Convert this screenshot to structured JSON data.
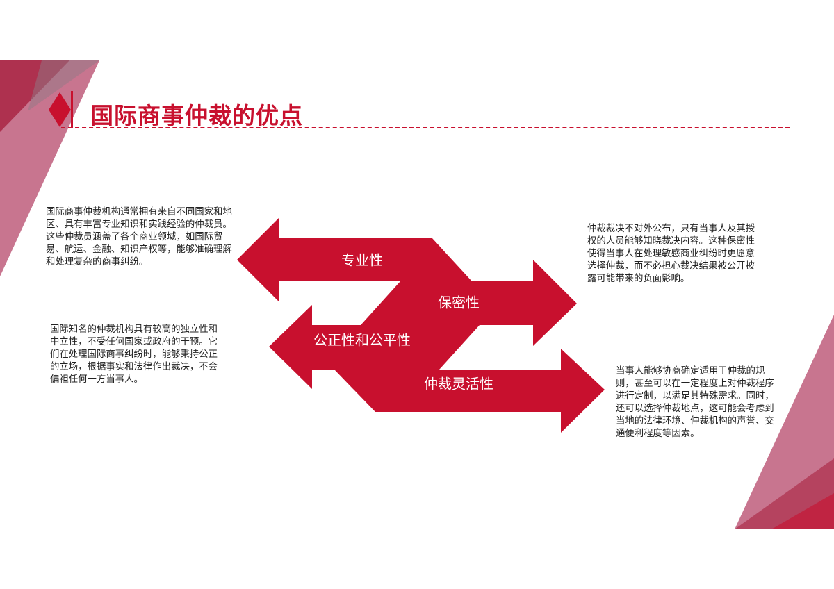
{
  "title": "国际商事仲裁的优点",
  "colors": {
    "accent": "#c8102e",
    "decoration": "#b5476a"
  },
  "arrows": [
    {
      "label": "专业性",
      "direction": "left"
    },
    {
      "label": "保密性",
      "direction": "right"
    },
    {
      "label": "公正性和公平性",
      "direction": "left"
    },
    {
      "label": "仲裁灵活性",
      "direction": "right"
    }
  ],
  "descriptions": {
    "professionalism": "国际商事仲裁机构通常拥有来自不同国家和地区、具有丰富专业知识和实践经验的仲裁员。这些仲裁员涵盖了各个商业领域，如国际贸易、航运、金融、知识产权等，能够准确理解和处理复杂的商事纠纷。",
    "confidentiality": "仲裁裁决不对外公布，只有当事人及其授权的人员能够知晓裁决内容。这种保密性使得当事人在处理敏感商业纠纷时更愿意选择仲裁，而不必担心裁决结果被公开披露可能带来的负面影响。",
    "fairness": "国际知名的仲裁机构具有较高的独立性和中立性，不受任何国家或政府的干预。它们在处理国际商事纠纷时，能够秉持公正的立场，根据事实和法律作出裁决，不会偏袒任何一方当事人。",
    "flexibility": "当事人能够协商确定适用于仲裁的规则，甚至可以在一定程度上对仲裁程序进行定制，以满足其特殊需求。同时，还可以选择仲裁地点，这可能会考虑到当地的法律环境、仲裁机构的声誉、交通便利程度等因素。"
  }
}
